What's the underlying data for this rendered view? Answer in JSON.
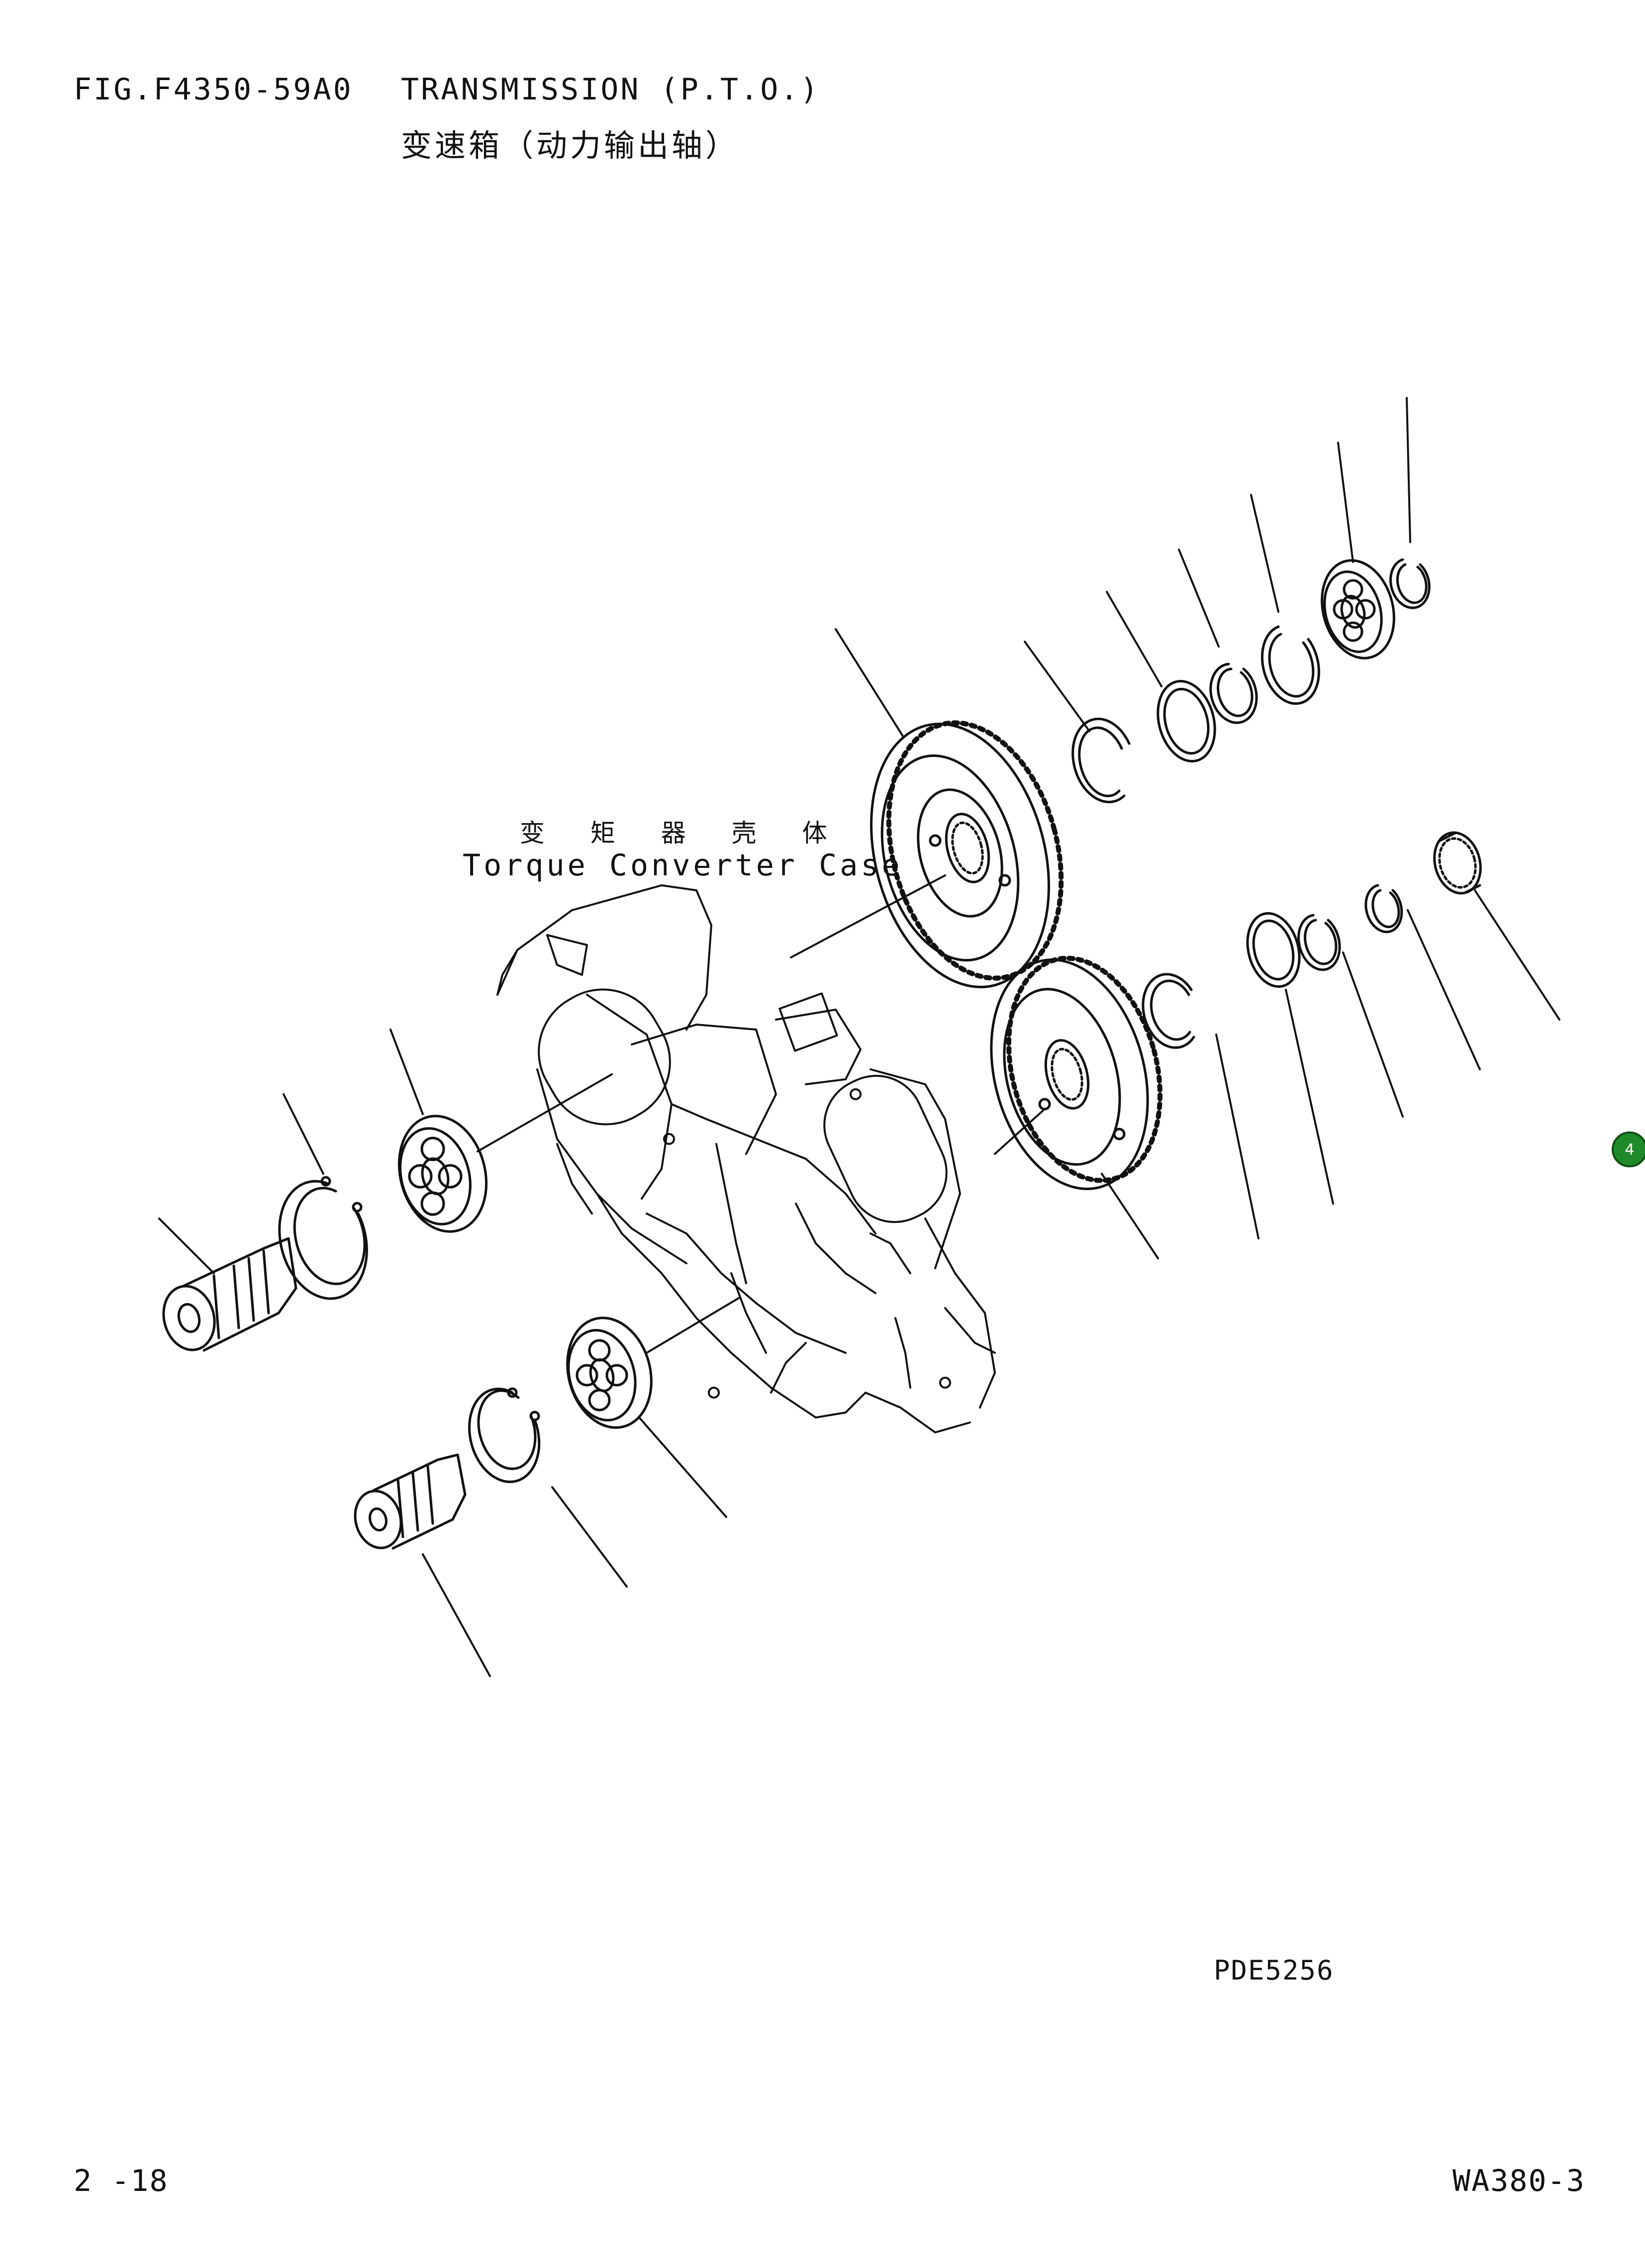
{
  "header": {
    "figure_code": "FIG.F4350-59A0",
    "title_en": "TRANSMISSION  (P.T.O.)",
    "title_zh": "变速箱（动力输出轴）"
  },
  "diagram": {
    "housing_label_zh": "变 矩 器 壳 体",
    "housing_label_en": "Torque Converter Case"
  },
  "footer": {
    "image_code": "PDE5256",
    "page_number": "2 -18",
    "model": "WA380-3"
  },
  "badge": {
    "label": "4",
    "color": "#1f8a2a"
  }
}
